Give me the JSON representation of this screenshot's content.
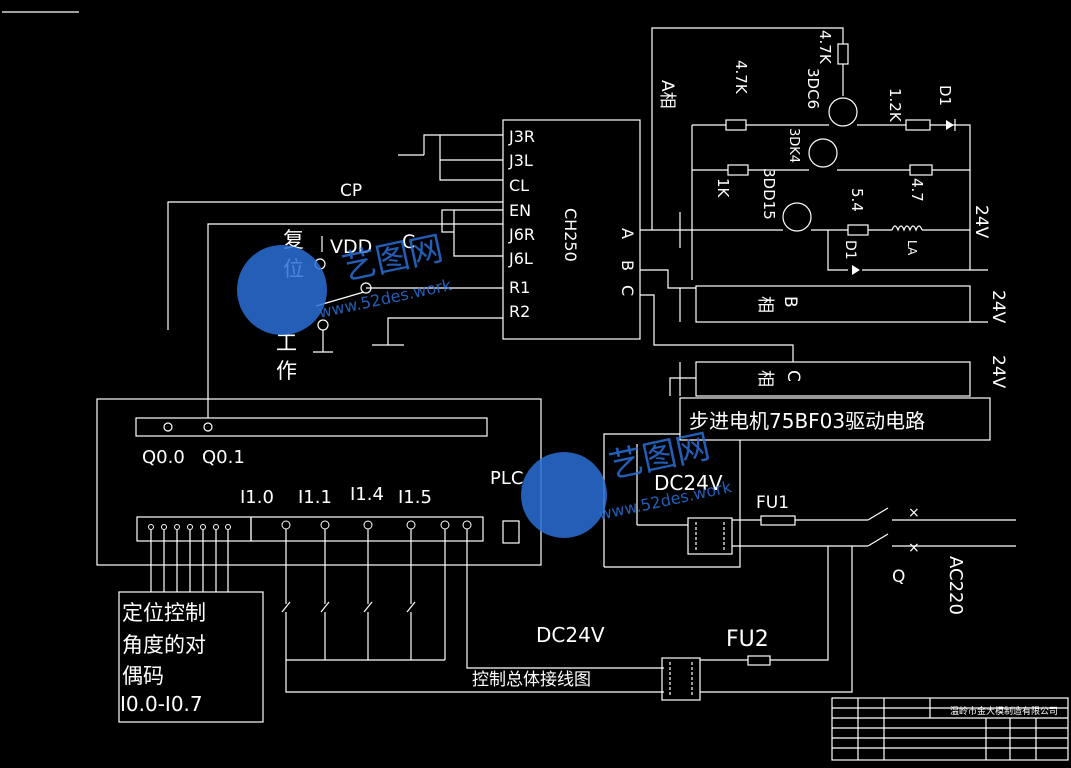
{
  "diagram": {
    "title": "控制总体接线图",
    "chip": {
      "name": "CH250",
      "pins_left": [
        "J3R",
        "J3L",
        "CL",
        "EN",
        "J6R",
        "J6L",
        "R1",
        "R2"
      ],
      "pins_right": [
        "A",
        "B",
        "C"
      ]
    },
    "cp_label": "CP",
    "vdd_label": "VDD",
    "c_label": "C",
    "reset_label_1": "复",
    "reset_label_2": "位",
    "work_label_1": "工",
    "work_label_2": "作",
    "plc": {
      "label": "PLC",
      "outputs": [
        "Q0.0",
        "Q0.1"
      ],
      "inputs": [
        "I1.0",
        "I1.1",
        "I1.4",
        "I1.5"
      ]
    },
    "encoder": {
      "line1": "定位控制",
      "line2": "角度的对",
      "line3": "偶码",
      "line4": "I0.0-I0.7"
    },
    "phase_a": "A相",
    "phase_b_1": "B",
    "phase_b_2": "相",
    "phase_c_1": "C",
    "phase_c_2": "相",
    "driver_title": "步进电机75BF03驱动电路",
    "components": {
      "r1": "4.7K",
      "r2": "4.7K",
      "r3": "1.2K",
      "r4": "1K",
      "r5": "4.7",
      "r6": "5.4",
      "t1": "3DC6",
      "t2": "3DK4",
      "t3": "3DD15",
      "d1": "D1",
      "d2": "D1",
      "la": "LA"
    },
    "v24_a": "24V",
    "v24_b": "24V",
    "v24_c": "24V",
    "dc24v_top": "DC24V",
    "dc24v_bottom": "DC24V",
    "fu1": "FU1",
    "fu2": "FU2",
    "switch_q": "Q",
    "ac220": "AC220",
    "watermark": {
      "text1": "艺图网",
      "text2": "www.52des.work"
    },
    "title_block": {
      "company": "温岭市金大模制造有限公司"
    }
  },
  "colors": {
    "background": "#000000",
    "lines": "#ffffff",
    "watermark": "#2a6fd6"
  }
}
